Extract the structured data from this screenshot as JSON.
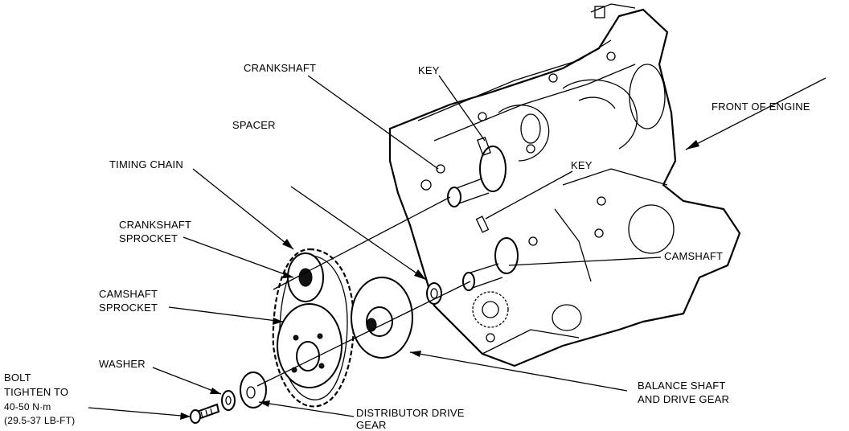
{
  "labels": {
    "crankshaft": "CRANKSHAFT",
    "key_top": "KEY",
    "front_of_engine": "FRONT OF ENGINE",
    "spacer": "SPACER",
    "timing_chain": "TIMING CHAIN",
    "key_mid": "KEY",
    "crankshaft_sprocket": [
      "CRANKSHAFT",
      "SPROCKET"
    ],
    "camshaft_sprocket": [
      "CAMSHAFT",
      "SPROCKET"
    ],
    "camshaft": "CAMSHAFT",
    "washer": "WASHER",
    "bolt": [
      "BOLT",
      "TIGHTEN TO",
      "40-50 N·m",
      "(29.5-37 LB-FT)"
    ],
    "distributor_drive_gear": [
      "DISTRIBUTOR DRIVE",
      "GEAR"
    ],
    "balance_shaft": [
      "BALANCE SHAFT",
      "AND DRIVE GEAR"
    ]
  },
  "colors": {
    "ink": "#000000",
    "paper": "#ffffff"
  }
}
